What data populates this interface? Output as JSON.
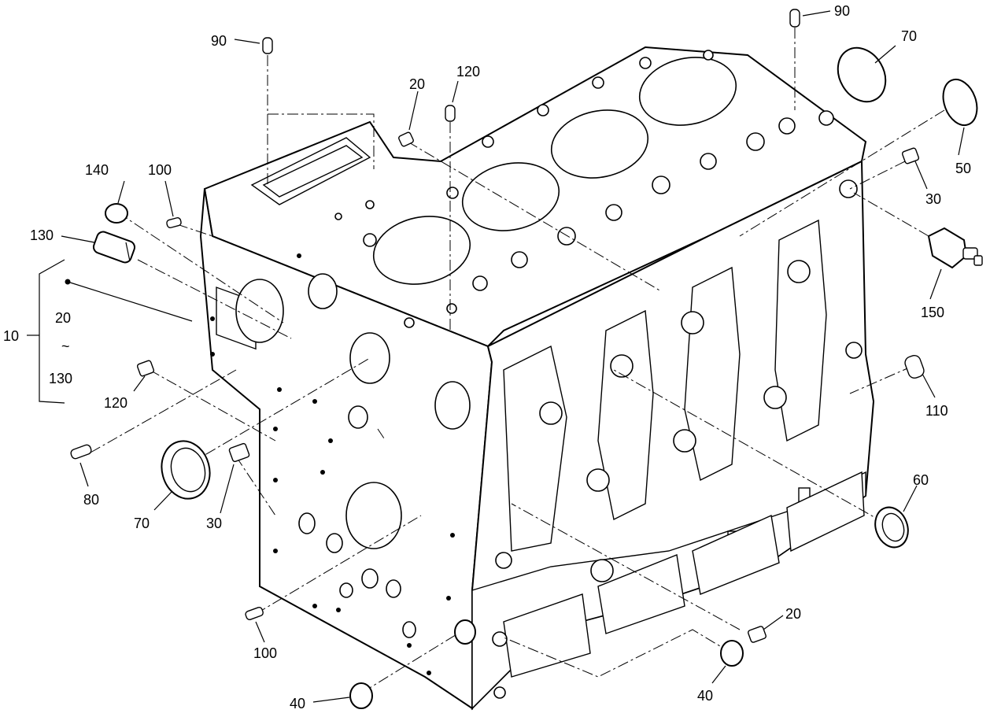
{
  "diagram": {
    "callouts": {
      "c10": "10",
      "c20_group": "20",
      "c_tilde": "~",
      "c130_group": "130",
      "c20_top": "20",
      "c20_bottom": "20",
      "c30_left": "30",
      "c30_right": "30",
      "c40_left": "40",
      "c40_right": "40",
      "c50": "50",
      "c60": "60",
      "c70_left": "70",
      "c70_right": "70",
      "c80": "80",
      "c90_left": "90",
      "c90_right": "90",
      "c100_top": "100",
      "c100_bottom": "100",
      "c110": "110",
      "c120_top": "120",
      "c120_left": "120",
      "c130": "130",
      "c140": "140",
      "c150": "150"
    }
  }
}
